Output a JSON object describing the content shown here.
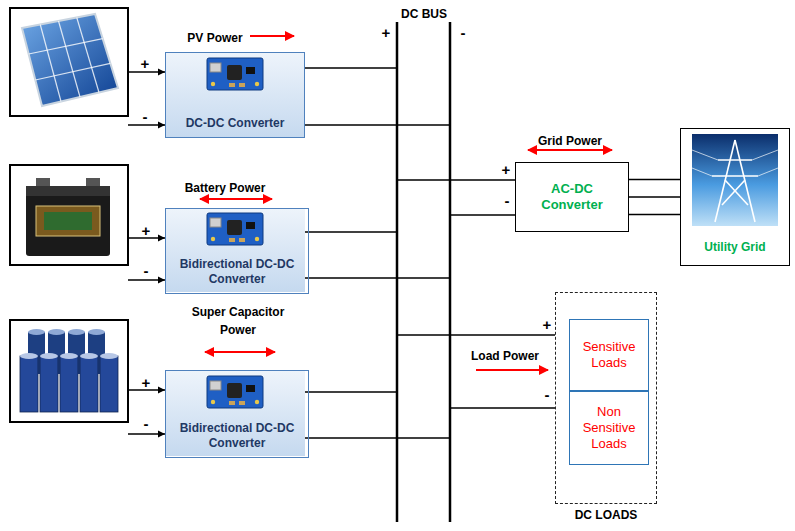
{
  "diagram": {
    "nodes": [
      {
        "text": [
          "DC-DC Converter"
        ]
      },
      {
        "text": [
          "Bidirectional DC-DC Converter"
        ]
      },
      {
        "text": [
          "Bidirectional DC-DC Converter"
        ]
      },
      {
        "text": [
          "AC-DC Converter"
        ]
      },
      {
        "text": [
          "Utility Grid"
        ]
      },
      {
        "text": [
          "DC LOADS"
        ]
      },
      {
        "text": [
          "Sensitive Loads"
        ],
        "in": 5
      },
      {
        "text": [
          "Non Sensitive Loads"
        ],
        "in": 5
      }
    ],
    "edges": [
      {
        "from": 3,
        "to": 4,
        "arrow": "none"
      },
      {
        "from": 3,
        "to": 4,
        "arrow": "none"
      },
      {
        "from": 3,
        "to": 4,
        "arrow": "none"
      }
    ],
    "labels": [
      "PV Power",
      "+",
      "-",
      "Battery Power",
      "+",
      "-",
      "Super Capacitor Power",
      "+",
      "-",
      "DC BUS",
      "+",
      "-",
      "Grid Power",
      "+",
      "-",
      "Load Power",
      "+",
      "-"
    ]
  }
}
